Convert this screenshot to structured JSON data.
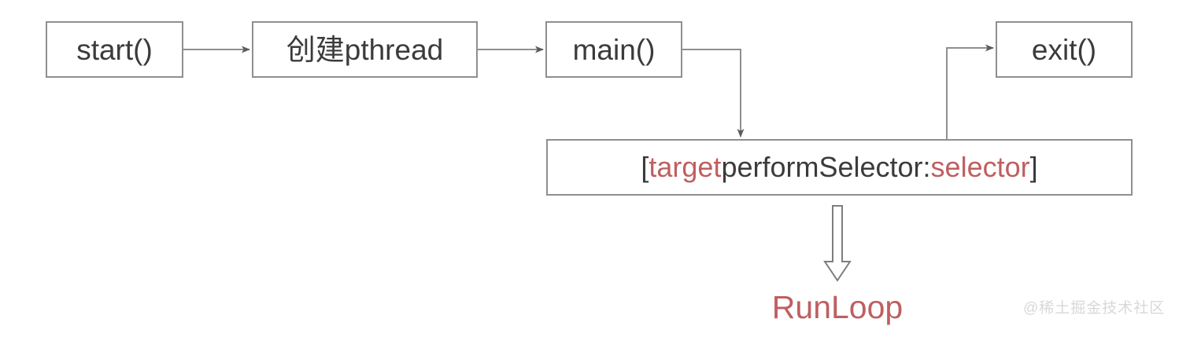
{
  "diagram": {
    "title_text": "",
    "background_color": "#ffffff",
    "line_color": "#8f8f8f",
    "text_color": "#3b3b3b",
    "accent_color": "#bf5f60",
    "nodes": {
      "start": {
        "label": "start()"
      },
      "create_pthread": {
        "label": "创建pthread"
      },
      "main": {
        "label": "main()"
      },
      "exit": {
        "label": "exit()"
      },
      "perform_selector": {
        "open_bracket": "[",
        "target": "target",
        "message": " performSelector:",
        "selector": "selector",
        "close_bracket": "]",
        "full_label": "[target performSelector:selector]"
      }
    },
    "runloop": {
      "label": "RunLoop"
    },
    "watermark": {
      "label": "@稀土掘金技术社区"
    },
    "edges": [
      {
        "from": "start",
        "to": "create_pthread",
        "style": "solid-arrow"
      },
      {
        "from": "create_pthread",
        "to": "main",
        "style": "solid-arrow"
      },
      {
        "from": "main",
        "to": "perform_selector",
        "style": "elbow-arrow-down"
      },
      {
        "from": "perform_selector",
        "to": "exit",
        "style": "elbow-arrow-up"
      },
      {
        "from": "perform_selector",
        "to": "runloop",
        "style": "hollow-block-arrow"
      }
    ]
  }
}
